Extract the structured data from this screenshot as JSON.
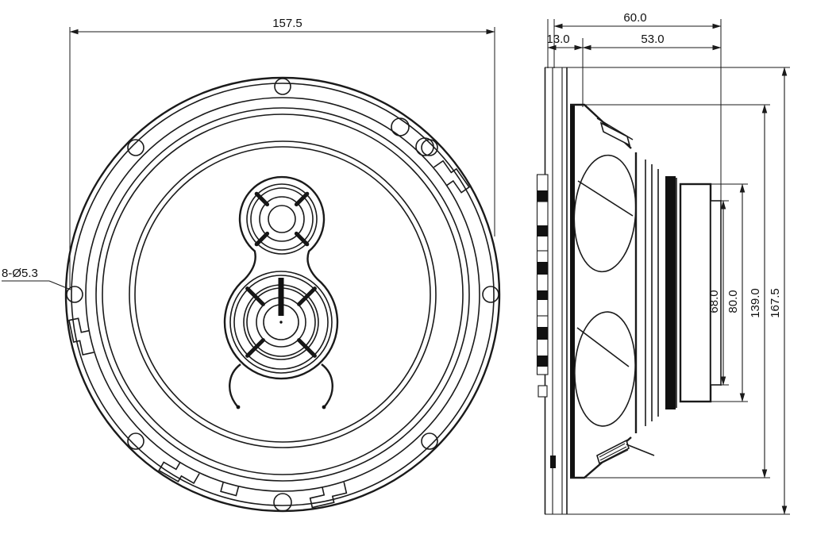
{
  "drawing": {
    "background": "#ffffff",
    "line_color": "#1a1a1a"
  },
  "front_view": {
    "outer_diameter_label": "157.5",
    "mounting_holes_label": "8-Ø5.3"
  },
  "side_view": {
    "total_depth_label": "60.0",
    "flange_depth_label": "13.0",
    "body_depth_label": "53.0",
    "magnet_height_label": "68.0",
    "plate_height_label": "80.0",
    "basket_height_label": "139.0",
    "overall_height_label": "167.5"
  }
}
